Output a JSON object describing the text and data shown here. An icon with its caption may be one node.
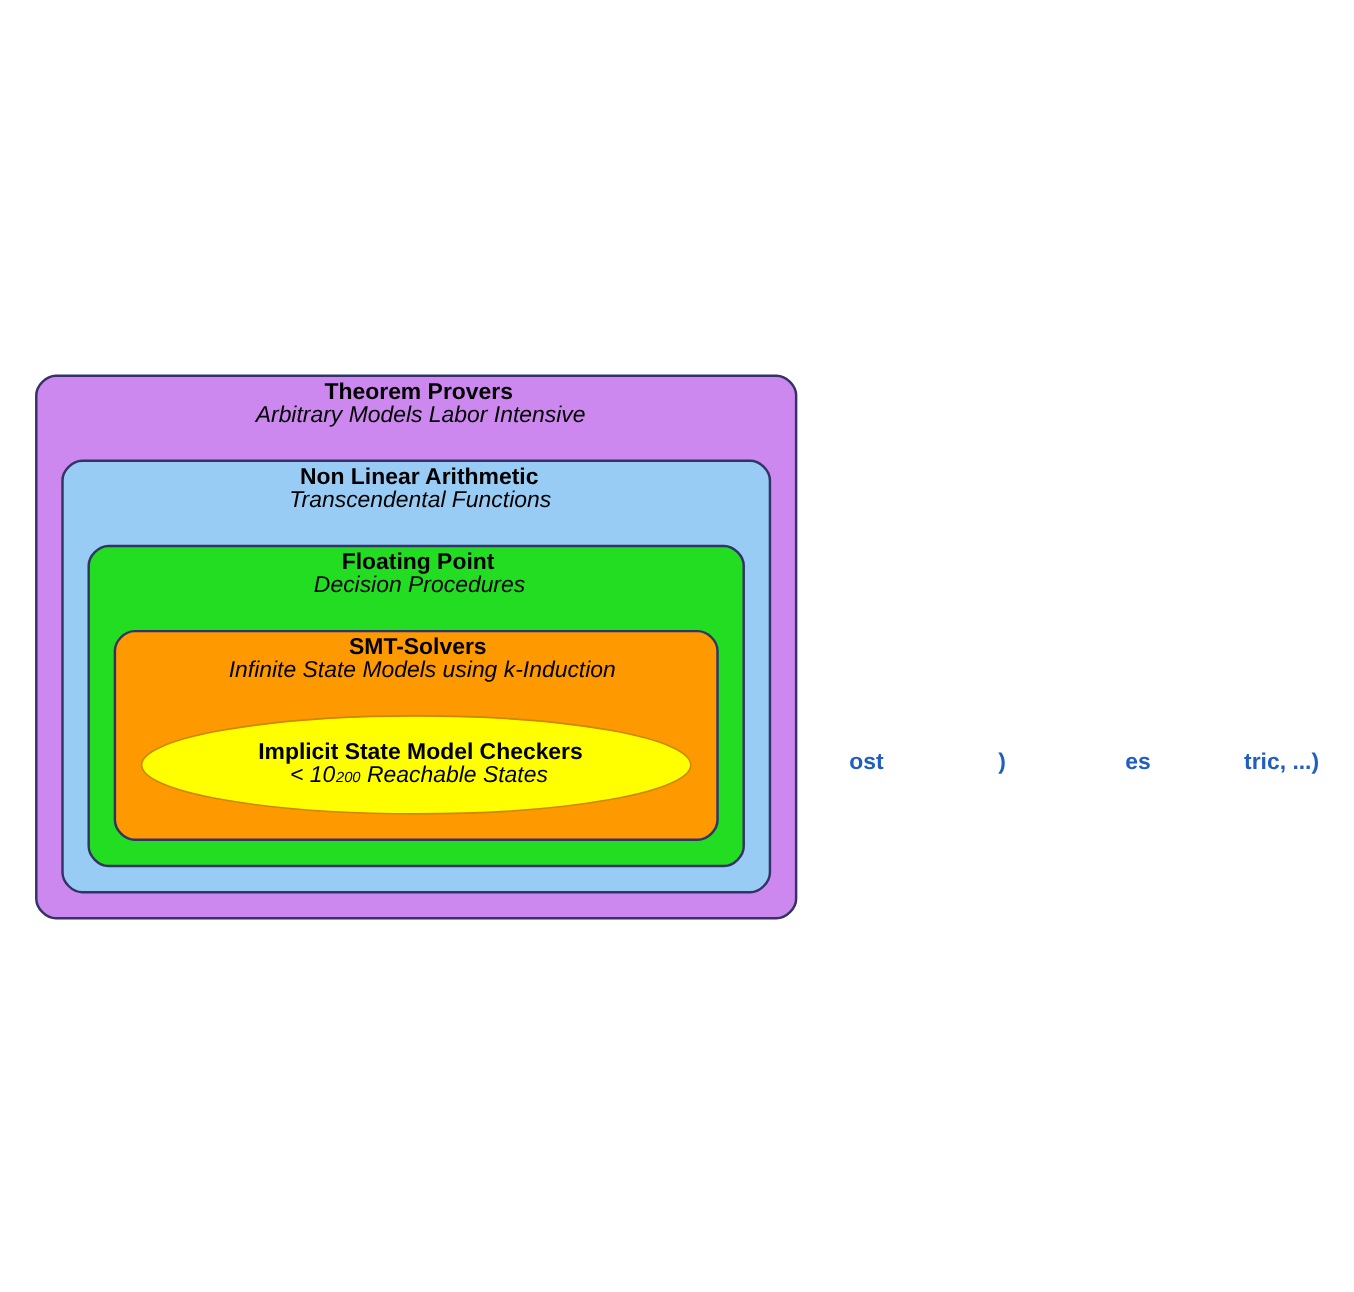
{
  "diagram": {
    "nodes": [
      {
        "text": [
          "Theorem Provers",
          "Arbitrary Models Labor Intensive"
        ]
      },
      {
        "text": [
          "Non Linear Arithmetic",
          "Transcendental Functions"
        ],
        "in": 0
      },
      {
        "text": [
          "Floating Point",
          "Decision Procedures"
        ],
        "in": 1
      },
      {
        "text": [
          "SMT-Solvers",
          "Infinite State Models using k-Induction"
        ],
        "in": 2
      },
      {
        "text": [
          "Implicit State Model Checkers",
          "< 10$^{200}$ Reachable States"
        ],
        "in": 3
      }
    ],
    "labels": [
      "ost",
      ")",
      "es",
      "tric, ...)"
    ]
  }
}
